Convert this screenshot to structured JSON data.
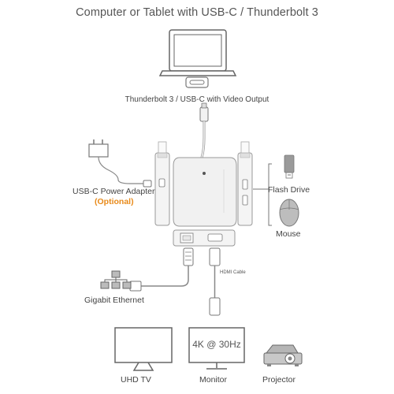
{
  "title": "Computer or Tablet with USB-C / Thunderbolt 3",
  "labels": {
    "thunderbolt": "Thunderbolt 3 / USB-C with Video Output",
    "power_adapter": "USB-C Power Adapter",
    "optional": "(Optional)",
    "flash_drive": "Flash Drive",
    "mouse": "Mouse",
    "hdmi_cable": "HDMI Cable",
    "gigabit_ethernet": "Gigabit Ethernet",
    "uhd_tv": "UHD TV",
    "monitor": "Monitor",
    "projector": "Projector",
    "monitor_screen": "4K @ 30Hz"
  },
  "colors": {
    "accent": "#e88a1a",
    "line": "#666666",
    "device_fill": "#f2f2f2"
  }
}
